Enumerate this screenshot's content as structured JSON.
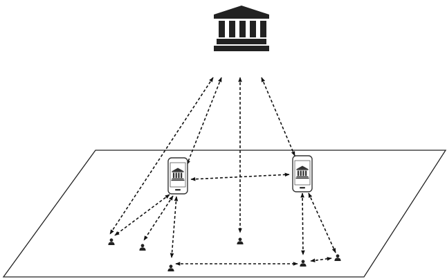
{
  "colors": {
    "ink": "#111111",
    "background": "#ffffff",
    "plane_stroke": "#222222",
    "phone_body": "#ffffff",
    "phone_stroke": "#333333"
  },
  "nodes": [
    {
      "id": "central-bank",
      "icon": "bank-building-icon"
    },
    {
      "id": "phone-left",
      "icon": "mobile-banking-phone-icon"
    },
    {
      "id": "phone-right",
      "icon": "mobile-banking-phone-icon"
    },
    {
      "id": "user-1",
      "icon": "person-icon"
    },
    {
      "id": "user-2",
      "icon": "person-icon"
    },
    {
      "id": "user-3",
      "icon": "person-icon"
    },
    {
      "id": "user-4",
      "icon": "person-icon"
    },
    {
      "id": "user-5",
      "icon": "person-icon"
    },
    {
      "id": "user-6",
      "icon": "person-icon"
    }
  ],
  "links": [
    {
      "from": "central-bank",
      "to": "phone-left",
      "style": "dashed",
      "direction": "both"
    },
    {
      "from": "central-bank",
      "to": "phone-right",
      "style": "dashed",
      "direction": "both"
    },
    {
      "from": "central-bank",
      "to": "user-1",
      "style": "dashed",
      "direction": "both"
    },
    {
      "from": "central-bank",
      "to": "user-3",
      "style": "dashed",
      "direction": "both"
    },
    {
      "from": "phone-left",
      "to": "phone-right",
      "style": "dashed",
      "direction": "both"
    },
    {
      "from": "phone-left",
      "to": "user-1",
      "style": "dashed",
      "direction": "both"
    },
    {
      "from": "phone-left",
      "to": "user-2",
      "style": "dashed",
      "direction": "both"
    },
    {
      "from": "phone-left",
      "to": "user-4",
      "style": "dashed",
      "direction": "both"
    },
    {
      "from": "phone-right",
      "to": "user-5",
      "style": "dashed",
      "direction": "both"
    },
    {
      "from": "phone-right",
      "to": "user-6",
      "style": "dashed",
      "direction": "both"
    },
    {
      "from": "user-4",
      "to": "user-5",
      "style": "dashed",
      "direction": "both"
    },
    {
      "from": "user-5",
      "to": "user-6",
      "style": "dashed",
      "direction": "both"
    }
  ]
}
